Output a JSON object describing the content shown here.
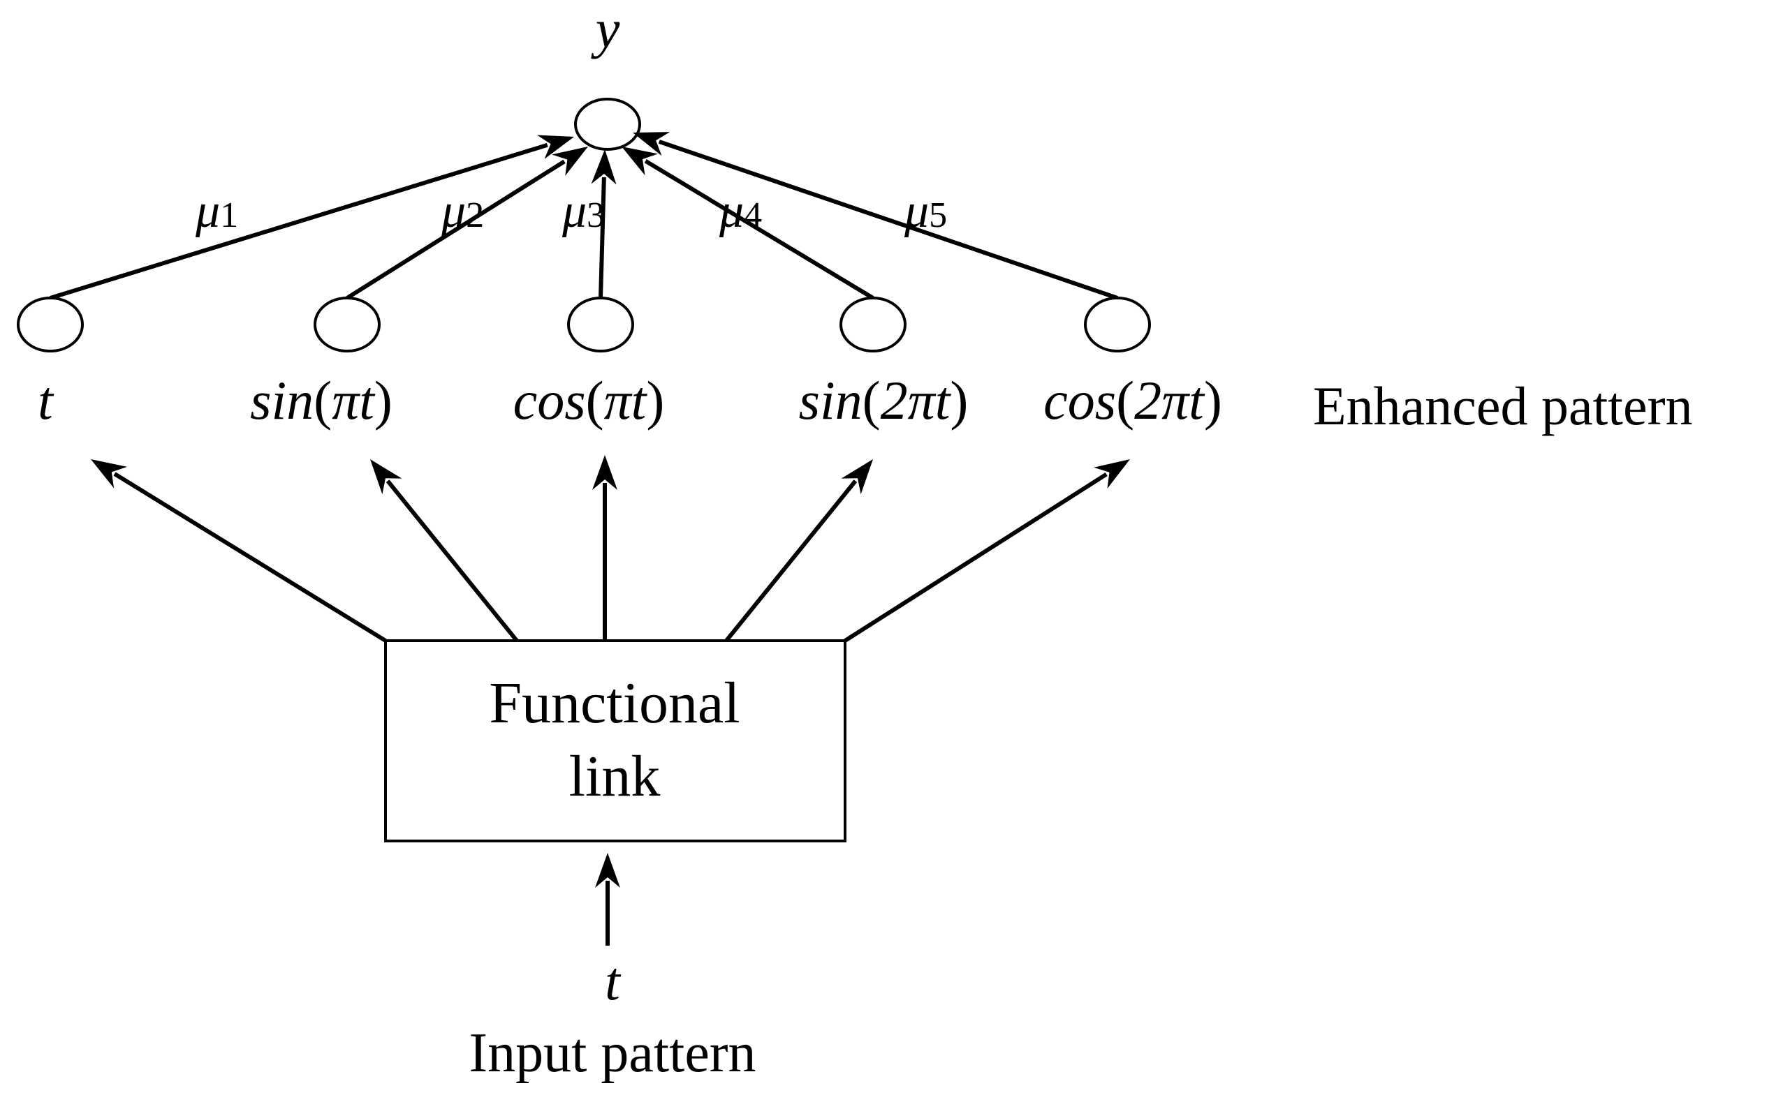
{
  "output": {
    "label": "y"
  },
  "weights": [
    "1",
    "2",
    "3",
    "4",
    "5"
  ],
  "weight_symbol": "μ",
  "enhanced_nodes": [
    {
      "fn": "",
      "arg": "t"
    },
    {
      "fn": "sin",
      "arg": "πt"
    },
    {
      "fn": "cos",
      "arg": "πt"
    },
    {
      "fn": "sin",
      "arg": "2πt"
    },
    {
      "fn": "cos",
      "arg": "2πt"
    }
  ],
  "enhanced_pattern_label": "Enhanced pattern",
  "functional_link": {
    "line1": "Functional",
    "line2": "link"
  },
  "input": {
    "label": "t",
    "caption": "Input pattern"
  }
}
